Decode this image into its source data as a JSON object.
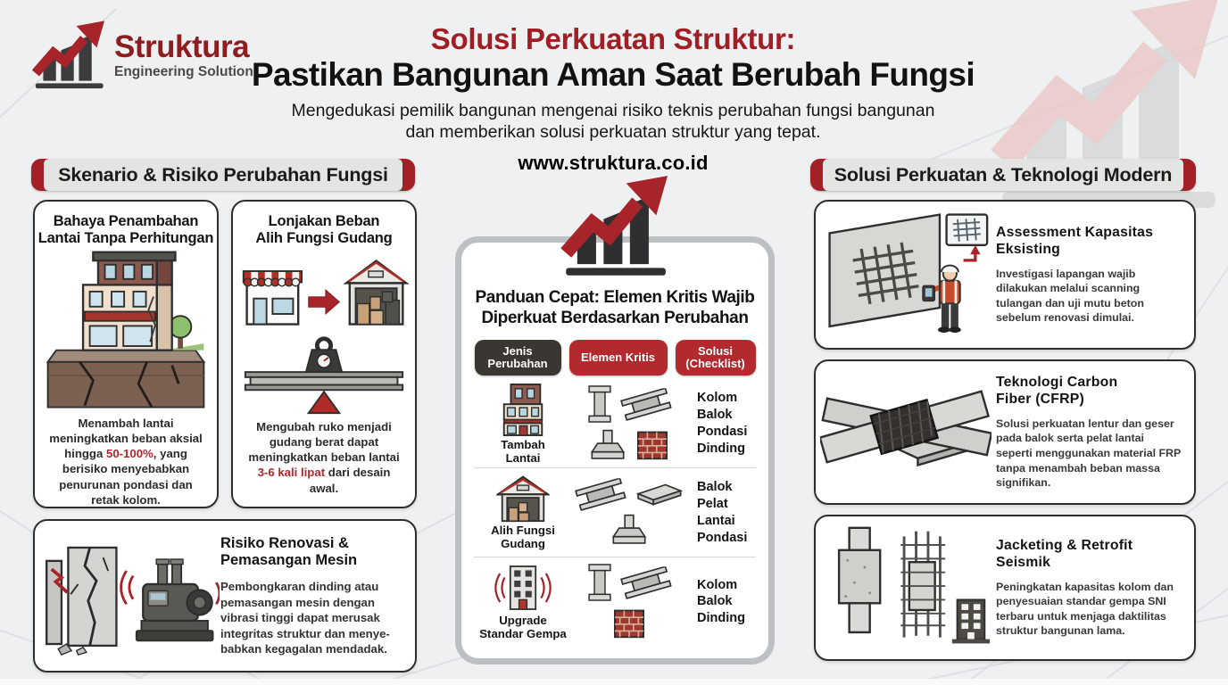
{
  "logo": {
    "brand": "Struktura",
    "tagline": "Engineering Solution",
    "icon": "growth-chart-arrow"
  },
  "header": {
    "title_accent": "Solusi Perkuatan Struktur:",
    "title_main": "Pastikan Bangunan Aman Saat Berubah Fungsi",
    "subtitle_line1": "Mengedukasi pemilik bangunan mengenai risiko teknis perubahan fungsi bangunan",
    "subtitle_line2": "dan memberikan solusi perkuatan struktur yang tepat.",
    "website": "www.struktura.co.id"
  },
  "colors": {
    "accent_red": "#A32026",
    "highlight_red": "#B3262C",
    "pill_gray": "#E4E4E3",
    "table_dark_pill": "#3A3631",
    "table_red_pill": "#B2292E",
    "panel_border_gray": "#BCC0C2"
  },
  "left_section": {
    "header": "Skenario & Risiko Perubahan Fungsi",
    "cards": [
      {
        "title_line1": "Bahaya Penambahan",
        "title_line2": "Lantai Tanpa Perhitungan",
        "illustration": "building-extra-floor-cracked-foundation",
        "body_prefix": "Menambah lantai meningkatkan beban aksial hingga ",
        "body_highlight": "50-100%",
        "body_suffix": ", yang berisiko menyebabkan penurunan pondasi dan retak kolom."
      },
      {
        "title_line1": "Lonjakan Beban",
        "title_line2": "Alih Fungsi Gudang",
        "illustration": "shop-to-warehouse-and-overloaded-beam-scale",
        "body_prefix": "Mengubah ruko menjadi gudang berat dapat meningkatkan beban lantai ",
        "body_highlight": "3-6 kali lipat",
        "body_suffix": " dari desain awal."
      },
      {
        "title_line1": "Risiko Renovasi &",
        "title_line2": "Pemasangan Mesin",
        "illustration": "cracked-wall-and-vibrating-machine",
        "body": "Pembongkaran dinding atau pemasangan mesin dengan vibrasi tinggi dapat merusak integritas struktur dan menye-babkan kegagalan mendadak."
      }
    ]
  },
  "center_panel": {
    "icon": "growth-chart-arrow",
    "title_line1": "Panduan Cepat: Elemen Kritis Wajib",
    "title_line2": "Diperkuat Berdasarkan Perubahan",
    "columns": [
      {
        "line1": "Jenis",
        "line2": "Perubahan",
        "style": "dark"
      },
      {
        "line1": "Elemen Kritis",
        "line2": "",
        "style": "red"
      },
      {
        "line1": "Solusi",
        "line2": "(Checklist)",
        "style": "red"
      }
    ],
    "rows": [
      {
        "change_line1": "Tambah",
        "change_line2": "Lantai",
        "change_icon": "three-story-building",
        "critical_elements": [
          "column",
          "steel-beam",
          "footing",
          "brick-wall"
        ],
        "solutions": [
          "Kolom",
          "Balok",
          "Pondasi",
          "Dinding"
        ]
      },
      {
        "change_line1": "Alih Fungsi",
        "change_line2": "Gudang",
        "change_icon": "warehouse-with-boxes",
        "critical_elements": [
          "steel-beam",
          "slab",
          "footing"
        ],
        "solutions": [
          "Balok",
          "Pelat Lantai",
          "Pondasi"
        ]
      },
      {
        "change_line1": "Upgrade",
        "change_line2": "Standar Gempa",
        "change_icon": "building-with-seismic-waves",
        "critical_elements": [
          "column",
          "steel-beam",
          "brick-wall"
        ],
        "solutions": [
          "Kolom",
          "Balok",
          "Dinding"
        ]
      }
    ]
  },
  "right_section": {
    "header": "Solusi Perkuatan & Teknologi Modern",
    "cards": [
      {
        "title_line1": "Assessment Kapasitas",
        "title_line2": "Eksisting",
        "illustration": "rebar-scanning-of-concrete-wall",
        "body": "Investigasi lapangan wajib dilakukan melalui scanning tulangan dan uji mutu beton sebelum renovasi dimulai."
      },
      {
        "title_line1": "Teknologi Carbon",
        "title_line2": "Fiber (CFRP)",
        "illustration": "carbon-fiber-wrap-on-beam-joint",
        "body": "Solusi perkuatan lentur dan geser pada balok serta pelat lantai seperti menggunakan material FRP tanpa menambah beban massa signifikan."
      },
      {
        "title_line1": "Jacketing & Retrofit",
        "title_line2": "Seismik",
        "illustration": "column-jacketing-and-rebar-cage",
        "body": "Peningkatan kapasitas kolom dan penyesuaian standar gempa SNI terbaru untuk menjaga daktilitas struktur bangunan lama."
      }
    ]
  }
}
